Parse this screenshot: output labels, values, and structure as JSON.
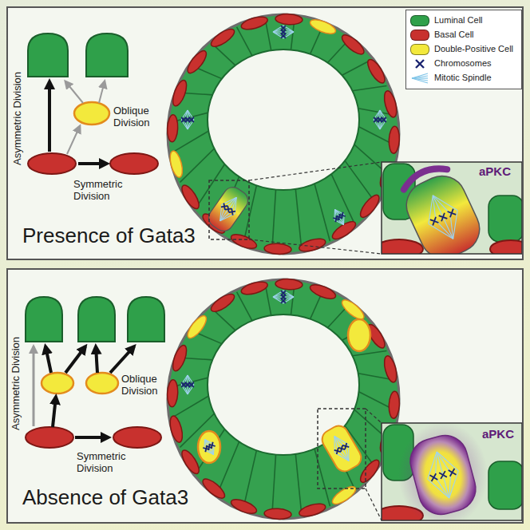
{
  "diagram": {
    "nodes": [
      {
        "text": [
          "Presence of Gata3"
        ]
      },
      {
        "text": [
          "Absence of Gata3"
        ]
      }
    ],
    "labels": [
      "Asymmetric Division",
      "Oblique Division",
      "Symmetric Division",
      "aPKC",
      "Asymmetric Division",
      "Oblique Division",
      "Symmetric Division",
      "aPKC"
    ],
    "legend": [
      {
        "text": "Luminal Cell",
        "color": "#2fa04a"
      },
      {
        "text": "Basal Cell",
        "color": "#c8312e"
      },
      {
        "text": "Double-Positive Cell",
        "color": "#f3e93c"
      },
      {
        "text": "Chromosomes"
      },
      {
        "text": "Mitotic Spindle"
      }
    ]
  }
}
